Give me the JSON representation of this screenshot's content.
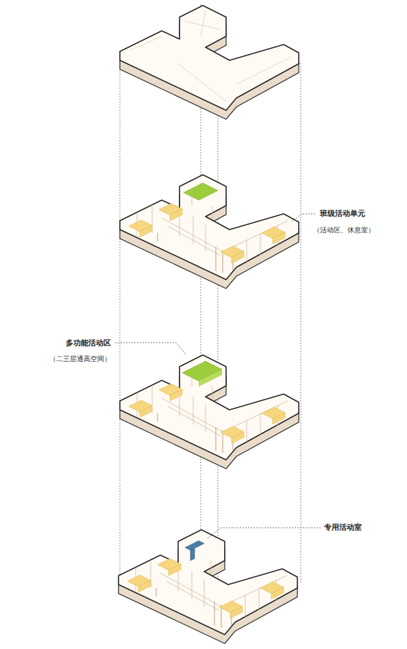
{
  "diagram": {
    "labels": [
      "班级活动单元",
      "（活动区、休息室）",
      "多功能活动区",
      "（二三层通高空间）",
      "专用活动室"
    ]
  }
}
